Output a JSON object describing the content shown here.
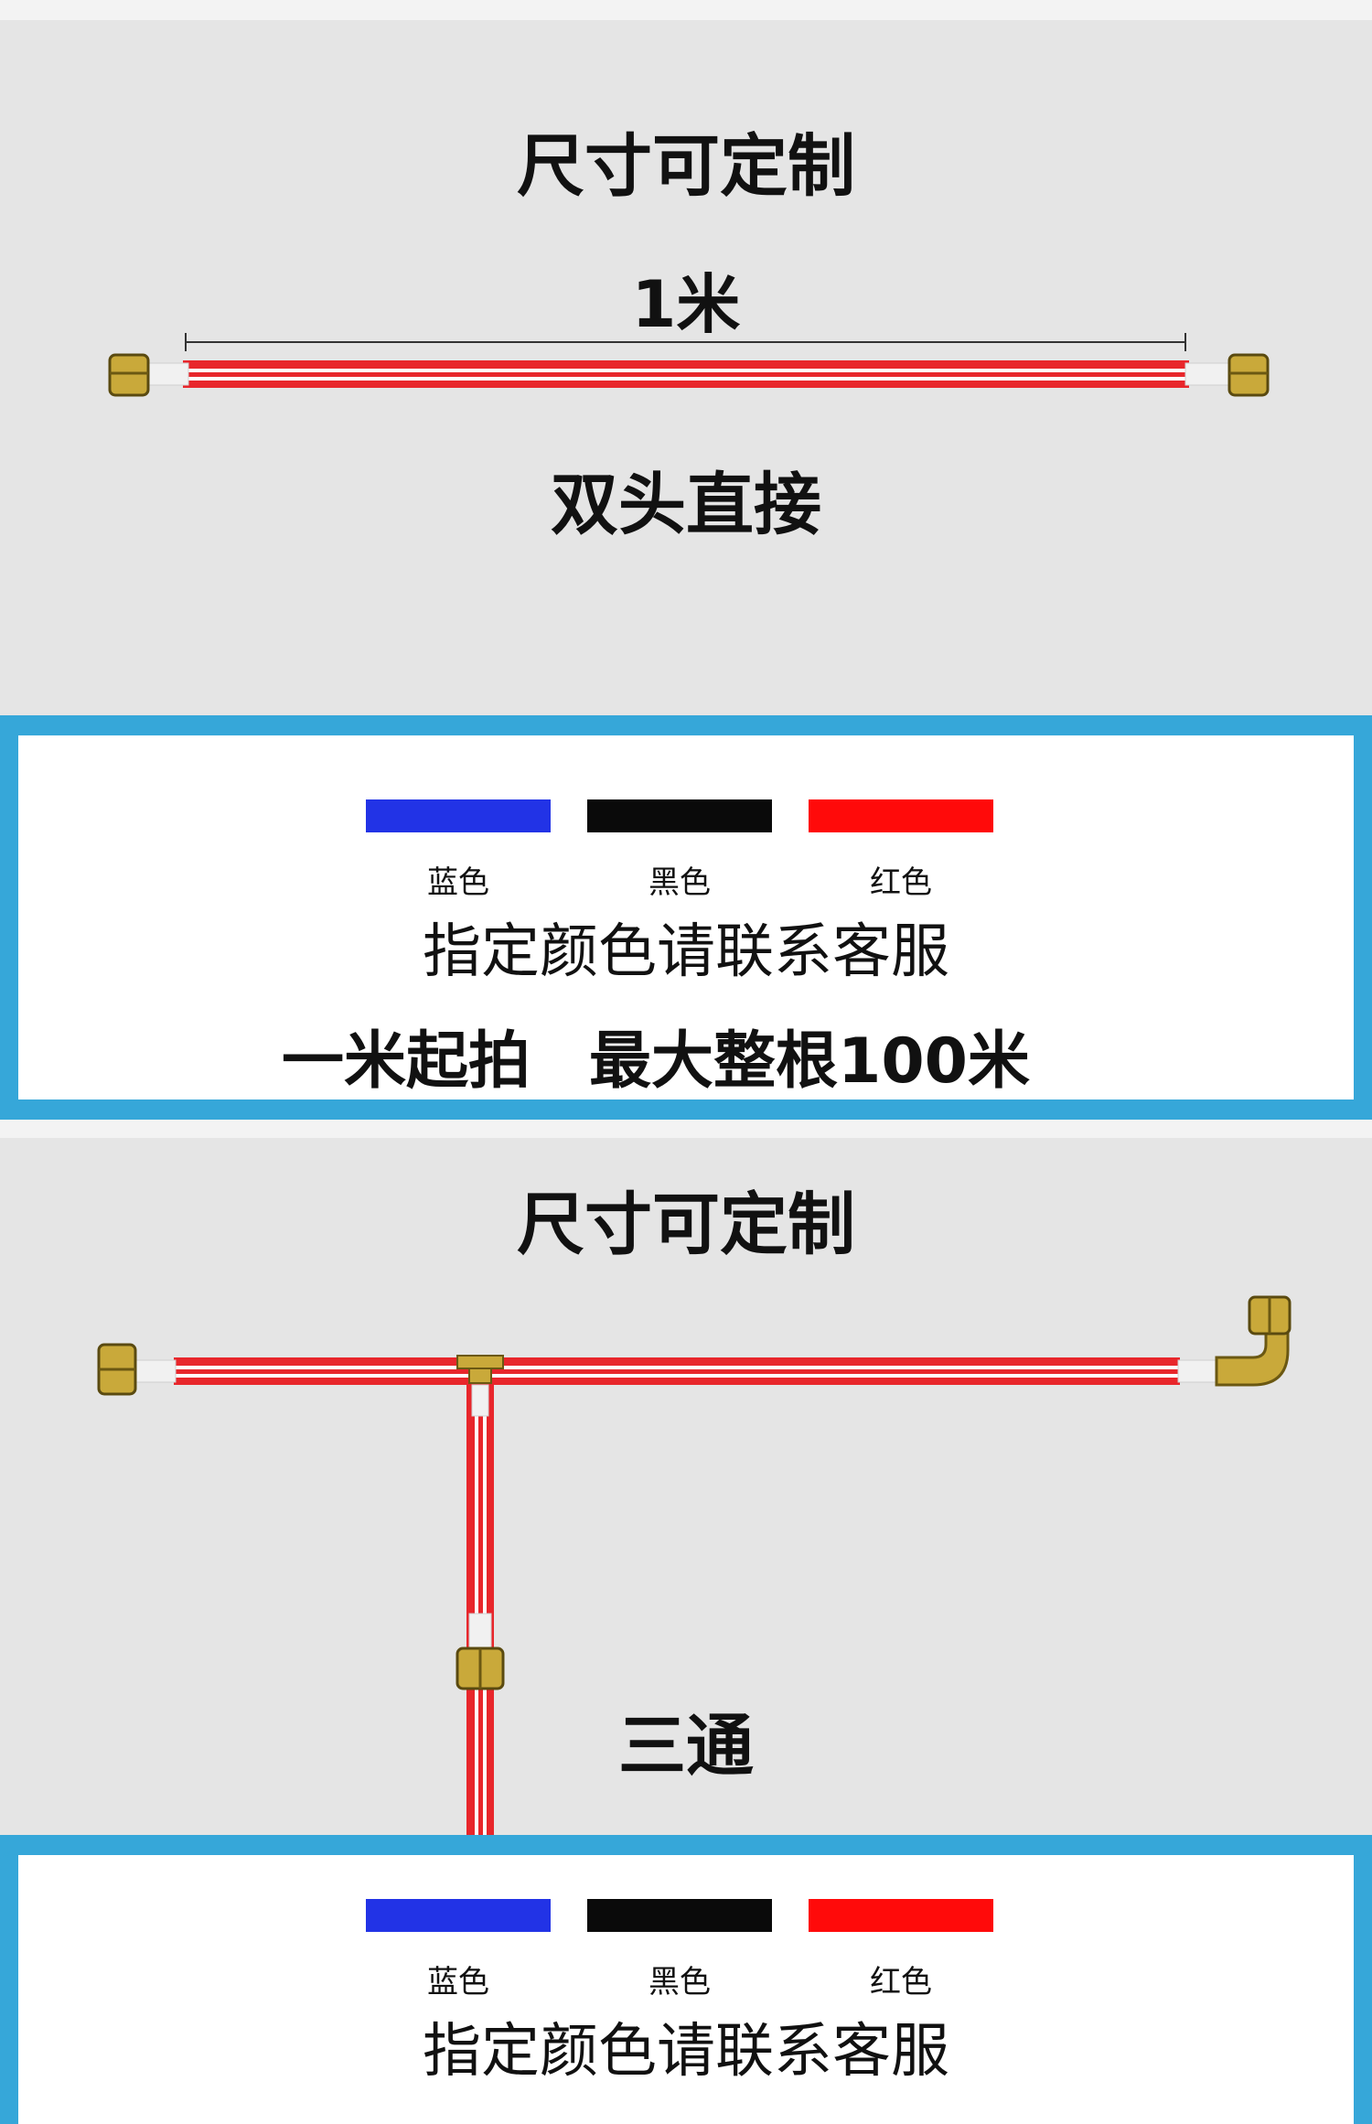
{
  "section1": {
    "title": "尺寸可定制",
    "length_label": "1米",
    "type_label": "双头直接"
  },
  "colors_panel_1": {
    "swatches": [
      {
        "label": "蓝色",
        "color": "#2233e6"
      },
      {
        "label": "黑色",
        "color": "#0a0a0a"
      },
      {
        "label": "红色",
        "color": "#ff0a0a"
      }
    ],
    "hint": "指定颜色请联系客服",
    "min_order": "一米起拍",
    "max_length": "最大整根100米"
  },
  "section2": {
    "title": "尺寸可定制",
    "type_label": "三通"
  },
  "colors_panel_2": {
    "swatches": [
      {
        "label": "蓝色",
        "color": "#2233e6"
      },
      {
        "label": "黑色",
        "color": "#0a0a0a"
      },
      {
        "label": "红色",
        "color": "#ff0a0a"
      }
    ],
    "hint": "指定颜色请联系客服"
  },
  "theme": {
    "frame_blue": "#36a7d9",
    "background_gray": "#e5e5e5",
    "hose_red": "#e8262b",
    "brass": "#c9a93a"
  }
}
